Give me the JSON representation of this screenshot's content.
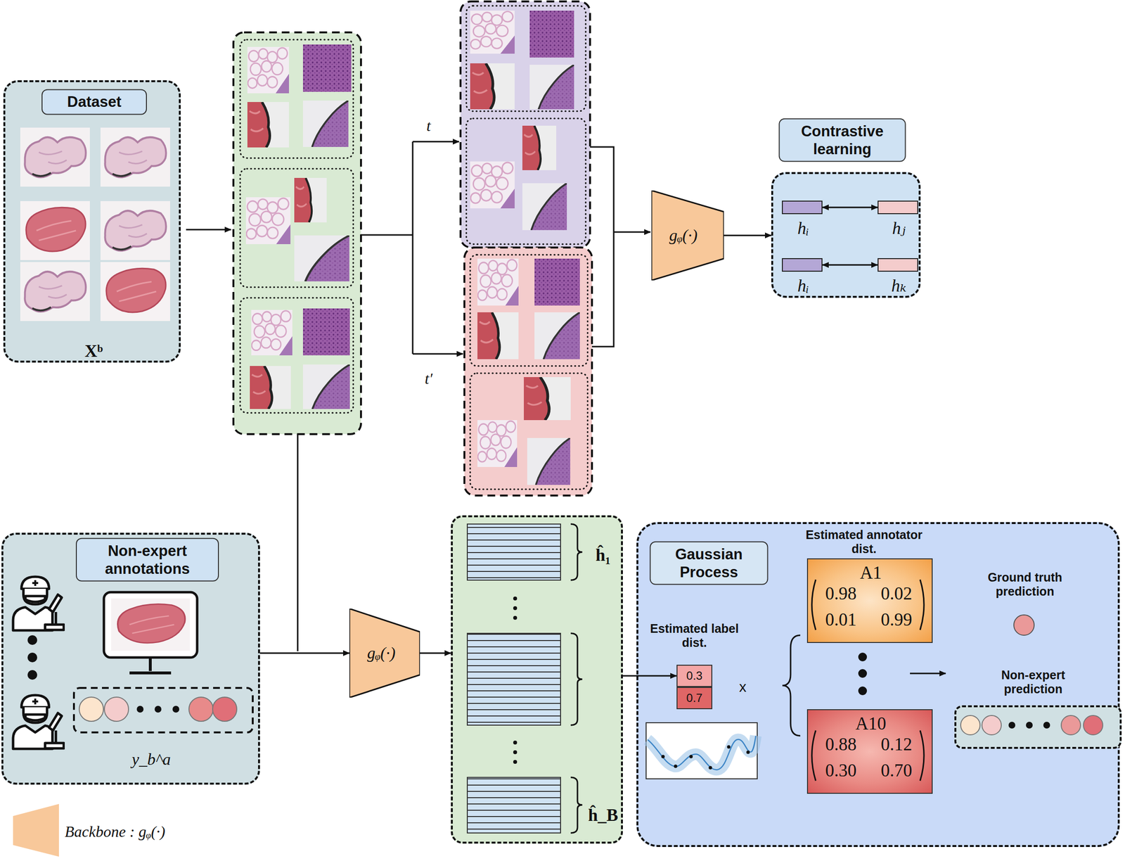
{
  "diagram": {
    "nodes": [
      {
        "text": [
          "Dataset",
          "Xᵇ"
        ]
      },
      {
        "text": [
          "gᵩ(·)"
        ]
      },
      {
        "text": [
          "Contrastive learning"
        ]
      },
      {
        "text": [
          "hᵢ"
        ],
        "in": 2
      },
      {
        "text": [
          "hⱼ"
        ],
        "in": 2
      },
      {
        "text": [
          "hᵢ"
        ],
        "in": 2
      },
      {
        "text": [
          "hₖ"
        ],
        "in": 2
      },
      {
        "text": [
          "Non-expert annotations",
          "y_b^a"
        ]
      },
      {
        "text": [
          "gᵩ(·)"
        ]
      },
      {
        "text": [
          "ĥ₁",
          "ĥ_B"
        ]
      },
      {
        "text": [
          "Gaussian Process"
        ]
      },
      {
        "text": [
          "Estimated label dist.",
          "0.3",
          "0.7"
        ],
        "in": 10
      },
      {
        "text": [
          "Estimated annotator dist.",
          "A1",
          "0.98",
          "0.02",
          "0.01",
          "0.99"
        ],
        "in": 10
      },
      {
        "text": [
          "A10",
          "0.88",
          "0.12",
          "0.30",
          "0.70"
        ],
        "in": 10
      },
      {
        "text": [
          "Ground truth prediction"
        ],
        "in": 10
      },
      {
        "text": [
          "Non-expert prediction"
        ],
        "in": 10
      }
    ],
    "edges": [
      {
        "from": 1,
        "to": 2,
        "arrow": "to"
      },
      {
        "from": 3,
        "to": 4,
        "arrow": "both"
      },
      {
        "from": 5,
        "to": 6,
        "arrow": "both"
      },
      {
        "from": 7,
        "to": 8,
        "arrow": "to"
      },
      {
        "from": 8,
        "to": 9,
        "arrow": "to"
      },
      {
        "from": 9,
        "to": 11,
        "arrow": "to"
      }
    ],
    "labels": [
      "t",
      "t′",
      "x"
    ],
    "legend": [
      {
        "text": "Backbone : gᵩ(·)"
      }
    ]
  }
}
